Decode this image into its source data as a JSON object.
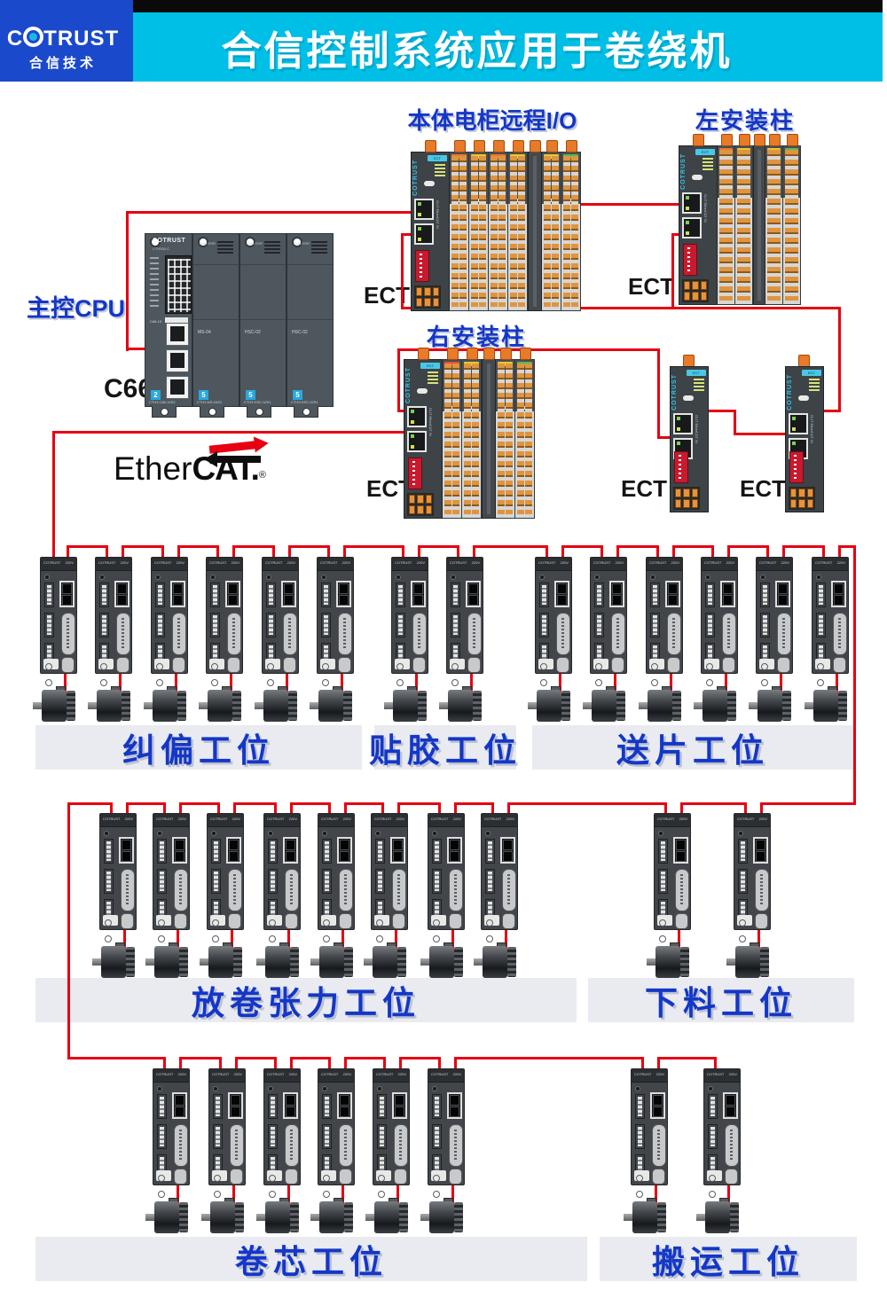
{
  "header": {
    "brand_prefix": "C",
    "brand_suffix": "TRUST",
    "brand_subtitle": "合信技术",
    "title": "合信控制系统应用于卷绕机"
  },
  "labels": {
    "remote_io": "本体电柜远程I/O",
    "left_column": "左安装柱",
    "right_column": "右安装柱",
    "main_cpu": "主控CPU",
    "cpu_model": "C66",
    "ect": "ECT",
    "ethercat_light": "Ether",
    "ethercat_bold": "CAT.",
    "ethercat_reg": "®"
  },
  "cpu_rack": {
    "brand": "COTRUST",
    "model_top": "CTH300-C",
    "side_label": "C66-10",
    "badge": "2",
    "bottom_text": "CTH3 C66-10S2",
    "modules": [
      {
        "label": "MS-04",
        "badge": "5",
        "bottom_text": "CTH3 MS-04S1",
        "led_label": "RUN ERR"
      },
      {
        "label": "HSC-02",
        "badge": "5",
        "bottom_text": "CTH3 HSC-02S1",
        "led_label": "RUN ERR"
      },
      {
        "label": "HSC-02",
        "badge": "5",
        "bottom_text": "CTH3 HSC-02S1",
        "led_label": "RUN ERR"
      }
    ]
  },
  "io_devices": {
    "coupler_brand": "COTRUST",
    "coupler_tag": "ECT",
    "coupler_port_label": "OUT EtherCAT IN"
  },
  "drive": {
    "brand": "COTRUST",
    "voltage": "220V"
  },
  "stations": [
    {
      "name": "纠偏工位",
      "axis_count": 6
    },
    {
      "name": "贴胶工位",
      "axis_count": 2
    },
    {
      "name": "送片工位",
      "axis_count": 6
    },
    {
      "name": "放卷张力工位",
      "axis_count": 8
    },
    {
      "name": "下料工位",
      "axis_count": 2
    },
    {
      "name": "卷芯工位",
      "axis_count": 6
    },
    {
      "name": "搬运工位",
      "axis_count": 2
    }
  ],
  "colors": {
    "wire_red": "#e60012",
    "label_blue": "#1437c8",
    "banner_cyan": "#00bfe6",
    "logo_blue": "#1b49cb",
    "bar_bg": "#e9ebf1"
  }
}
